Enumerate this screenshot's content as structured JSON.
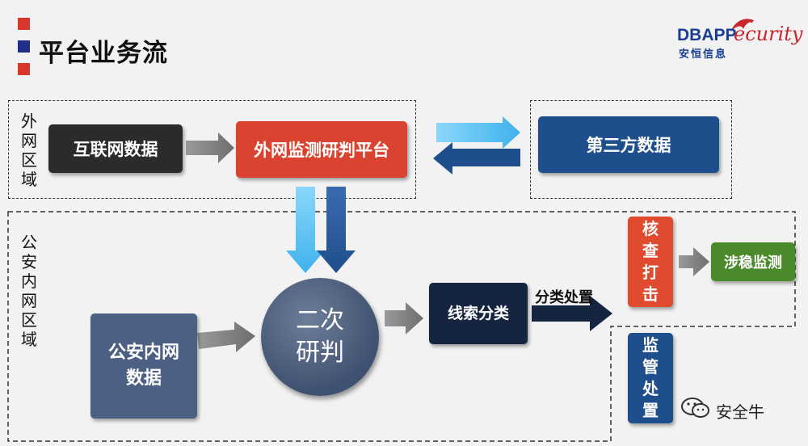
{
  "title": "平台业务流",
  "logo": {
    "brand": "DBAPP",
    "script": "ecurity",
    "sub": "安恒信息"
  },
  "zones": {
    "external": "外网区域",
    "police": "公安内网区域"
  },
  "nodes": {
    "internet_data": "互联网数据",
    "ext_platform": "外网监测研判平台",
    "third_party": "第三方数据",
    "police_data": "公安内网数据",
    "secondary_analysis": "二次研判",
    "clue_classify": "线索分类",
    "verify_strike": "核查打击",
    "stability_monitor": "涉稳监测",
    "supervise_handle": "监管处置"
  },
  "edge_labels": {
    "classify_handle": "分类处置"
  },
  "watermark": "安全牛",
  "colors": {
    "red": "#d9432f",
    "navy": "#1f4e8c",
    "dark": "#2b2b2b",
    "green": "#4a8a2a",
    "slate": "#3f5170",
    "arrow_gray": "#8a8a8a",
    "light_blue": "#5cc2f2"
  }
}
